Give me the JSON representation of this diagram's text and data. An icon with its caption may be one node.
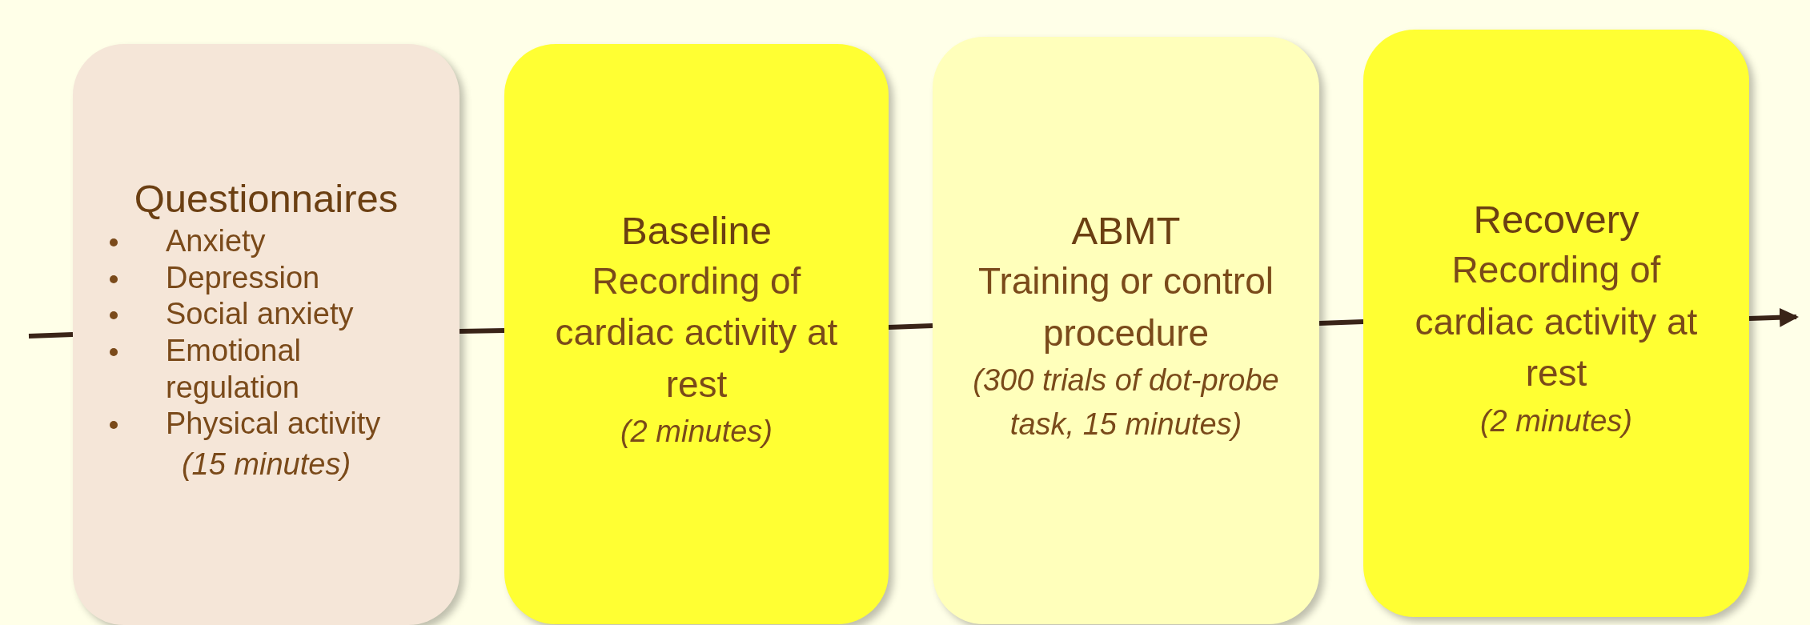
{
  "diagram": {
    "nodes": [
      {
        "text": [
          "Questionnaires",
          "Anxiety",
          "Depression",
          "Social anxiety",
          "Emotional regulation",
          "Physical activity",
          "(15 minutes)"
        ]
      },
      {
        "text": [
          "Baseline",
          "Recording of cardiac activity at rest",
          "(2 minutes)"
        ]
      },
      {
        "text": [
          "ABMT",
          "Training or control procedure",
          "(300 trials of dot-probe task, 15 minutes)"
        ]
      },
      {
        "text": [
          "Recovery",
          "Recording of cardiac activity at rest",
          "(2 minutes)"
        ]
      }
    ],
    "edges": [
      {
        "from": null,
        "to": 0,
        "arrow": "none"
      },
      {
        "from": 0,
        "to": 1,
        "arrow": "none"
      },
      {
        "from": 1,
        "to": 2,
        "arrow": "none"
      },
      {
        "from": 2,
        "to": 3,
        "arrow": "none"
      },
      {
        "from": 3,
        "to": null,
        "arrow": "to"
      }
    ]
  }
}
